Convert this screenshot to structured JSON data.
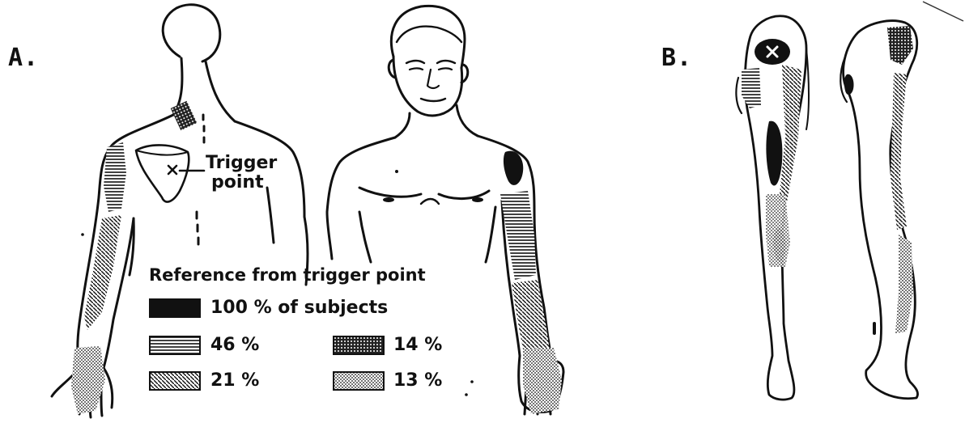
{
  "panels": [
    {
      "label": "A."
    },
    {
      "label": "B."
    }
  ],
  "trigger_point": {
    "line1": "Trigger",
    "line2": "point"
  },
  "legend": {
    "title": "Reference from trigger point",
    "items": [
      {
        "text": "100 % of subjects",
        "pattern": "solid"
      },
      {
        "text": "46 %",
        "pattern": "horizontal-lines"
      },
      {
        "text": "14 %",
        "pattern": "dense-dots"
      },
      {
        "text": "21 %",
        "pattern": "diagonal-lines"
      },
      {
        "text": "13 %",
        "pattern": "light-dots"
      }
    ]
  },
  "colors": {
    "ink": "#111111",
    "paper": "#ffffff"
  }
}
